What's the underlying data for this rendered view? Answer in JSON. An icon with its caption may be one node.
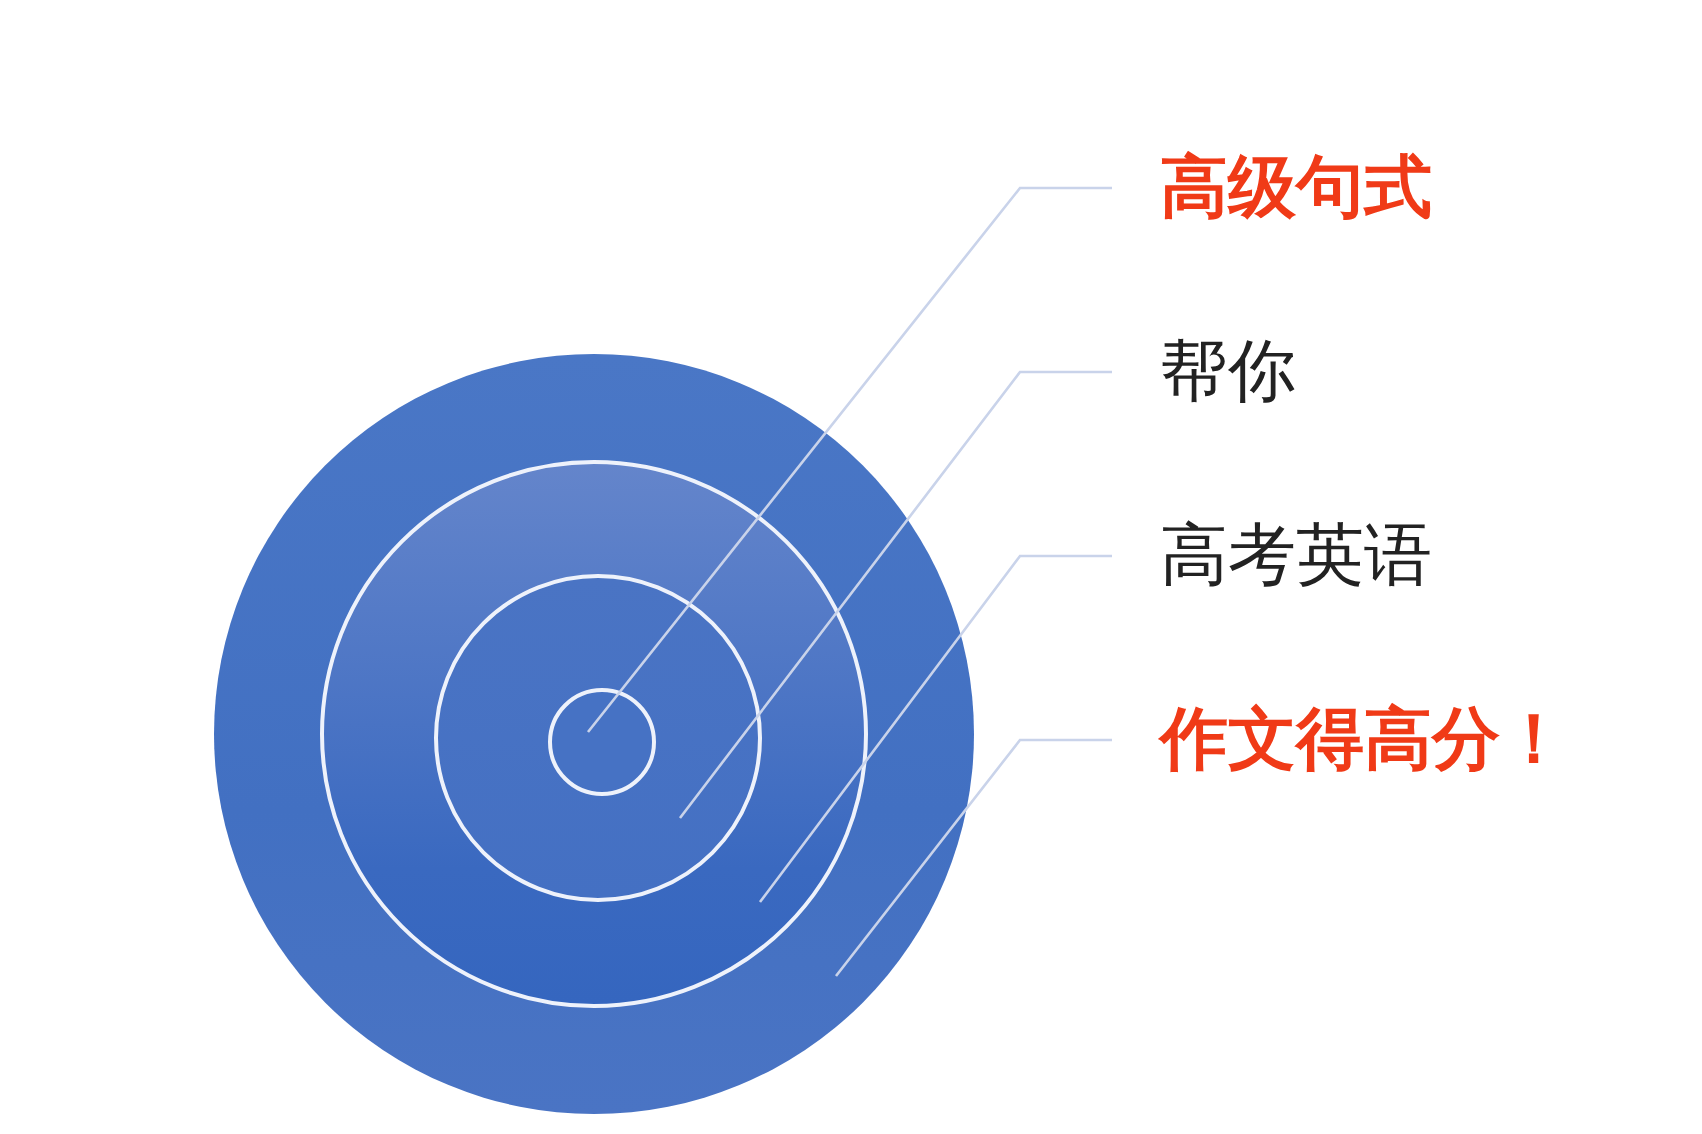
{
  "diagram": {
    "nodes": [
      {
        "text": [],
        "shape": "circle"
      },
      {
        "text": [],
        "shape": "circle",
        "in": 0
      },
      {
        "text": [],
        "shape": "circle",
        "in": 1
      },
      {
        "text": [],
        "shape": "circle",
        "in": 2
      },
      {
        "text": [
          "高级句式"
        ]
      },
      {
        "text": [
          "帮你"
        ]
      },
      {
        "text": [
          "高考英语"
        ]
      },
      {
        "text": [
          "作文得高分！"
        ]
      }
    ],
    "edges": [
      {
        "from": 4,
        "to": 3,
        "arrow": "none"
      },
      {
        "from": 5,
        "to": 2,
        "arrow": "none"
      },
      {
        "from": 6,
        "to": 1,
        "arrow": "none"
      },
      {
        "from": 7,
        "to": 0,
        "arrow": "none"
      }
    ]
  }
}
